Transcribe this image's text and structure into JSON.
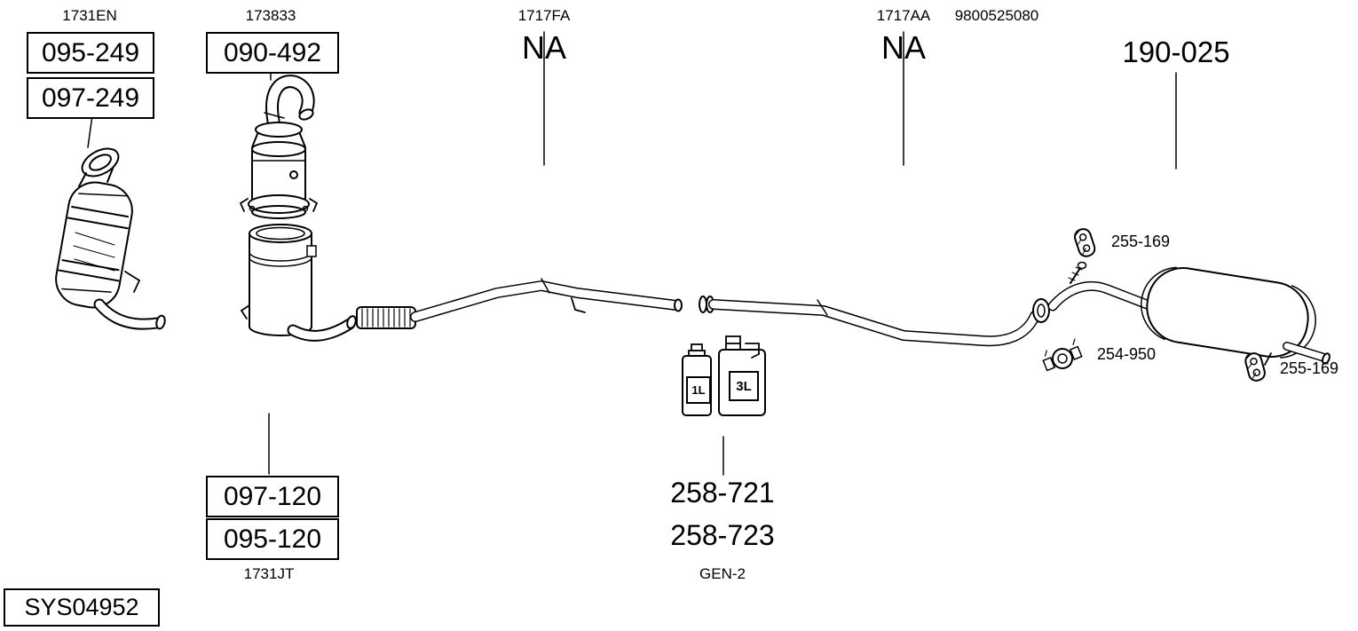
{
  "ink": "#000000",
  "background": "#ffffff",
  "system": {
    "code": "SYS04952"
  },
  "columns": {
    "col1": {
      "ref": "1731EN",
      "parts": {
        "p1": "095-249",
        "p2": "097-249"
      }
    },
    "col2": {
      "ref": "173833",
      "top_part": "090-492",
      "bottom_parts": {
        "p1": "097-120",
        "p2": "095-120"
      },
      "bottom_ref": "1731JT"
    },
    "col3": {
      "ref": "1717FA",
      "part": "NA"
    },
    "col4": {
      "ref": "1717AA",
      "part": "NA"
    },
    "col5": {
      "ref": "9800525080",
      "part": "190-025"
    }
  },
  "oil": {
    "small_label": "1L",
    "large_label": "3L",
    "parts": {
      "p1": "258-721",
      "p2": "258-723"
    },
    "ref": "GEN-2"
  },
  "hardware": {
    "hanger_top": "255-169",
    "clamp": "254-950",
    "hanger_bottom": "255-169"
  }
}
